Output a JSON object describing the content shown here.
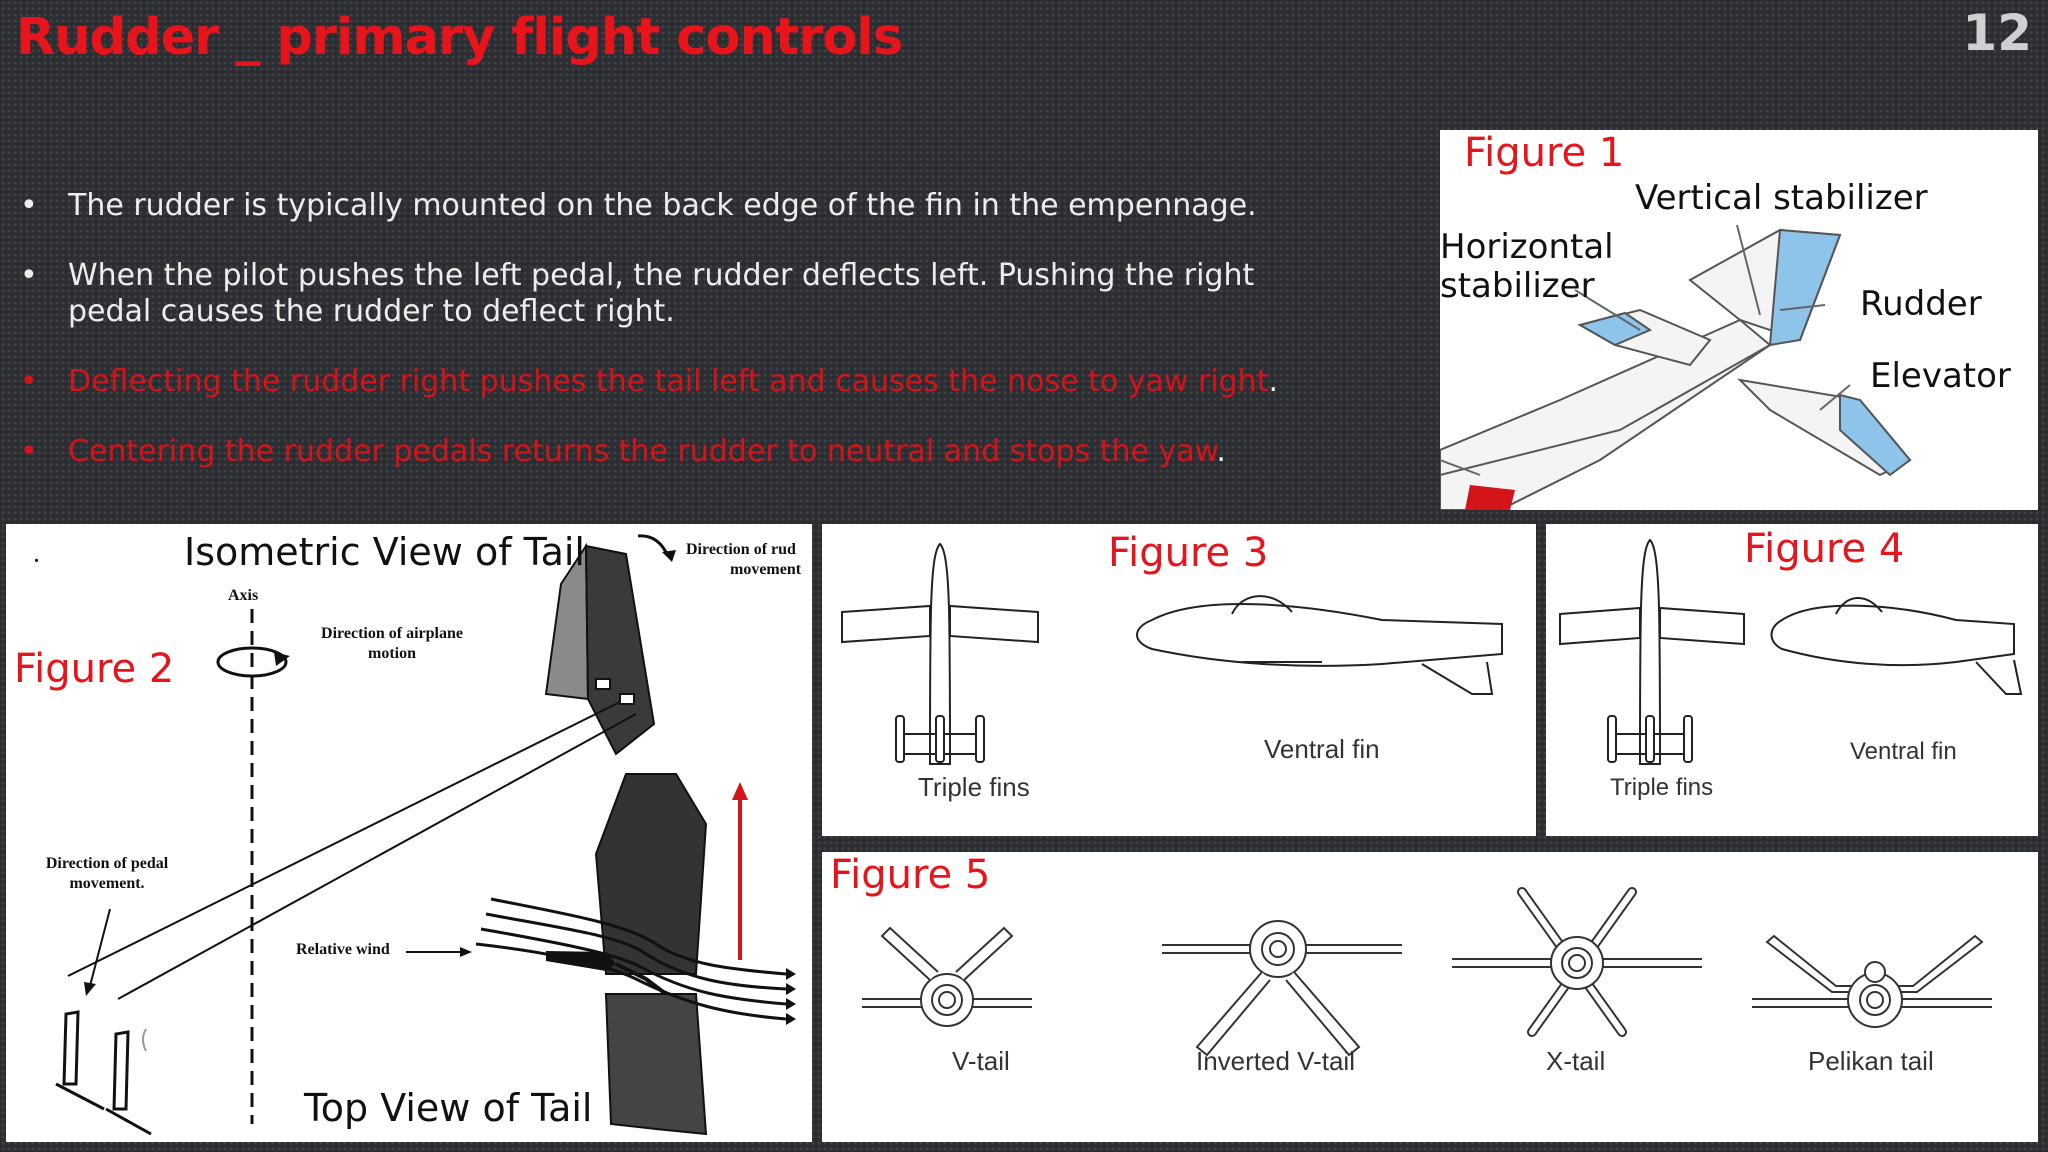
{
  "slide": {
    "title": "Rudder _ primary flight controls",
    "page_number": "12"
  },
  "bullets": [
    {
      "bullet": "•",
      "text": "The rudder is typically mounted on the back edge of the fin in the empennage.",
      "tail": ""
    },
    {
      "bullet": "•",
      "text": "When the pilot pushes the left pedal, the rudder deflects left. Pushing the right pedal causes the rudder to deflect right.",
      "tail": ""
    },
    {
      "bullet": "•",
      "text": "Deflecting the rudder right pushes the tail left and causes the nose to yaw right",
      "tail": "."
    },
    {
      "bullet": "•",
      "text": "Centering the rudder pedals returns the rudder to neutral and stops the yaw",
      "tail": "."
    }
  ],
  "figure1": {
    "label": "Figure 1",
    "vertical_stabilizer": "Vertical stabilizer",
    "horizontal_stabilizer_1": "Horizontal",
    "horizontal_stabilizer_2": "stabilizer",
    "rudder": "Rudder",
    "elevator": "Elevator",
    "colors": {
      "control_surface": "#8ec3ea"
    }
  },
  "figure2": {
    "label": "Figure 2",
    "iso_title": "Isometric View of Tail",
    "top_title": "Top View of Tail",
    "axis": "Axis",
    "airplane_motion_1": "Direction of airplane",
    "airplane_motion_2": "motion",
    "rudder_movement_1": "Direction of rud",
    "rudder_movement_2": "movement",
    "pedal_movement_1": "Direction of pedal",
    "pedal_movement_2": "movement.",
    "relative_wind": "Relative wind",
    "dot": "."
  },
  "figure3": {
    "label": "Figure 3",
    "triple_fins": "Triple fins",
    "ventral_fin": "Ventral fin"
  },
  "figure4": {
    "label": "Figure 4",
    "triple_fins": "Triple fins",
    "ventral_fin": "Ventral fin"
  },
  "figure5": {
    "label": "Figure 5",
    "tails": [
      "V-tail",
      "Inverted V-tail",
      "X-tail",
      "Pelikan tail"
    ]
  },
  "colors": {
    "title": "#e8141c",
    "background": "#2b2d31",
    "accent_red": "#d3141a"
  }
}
